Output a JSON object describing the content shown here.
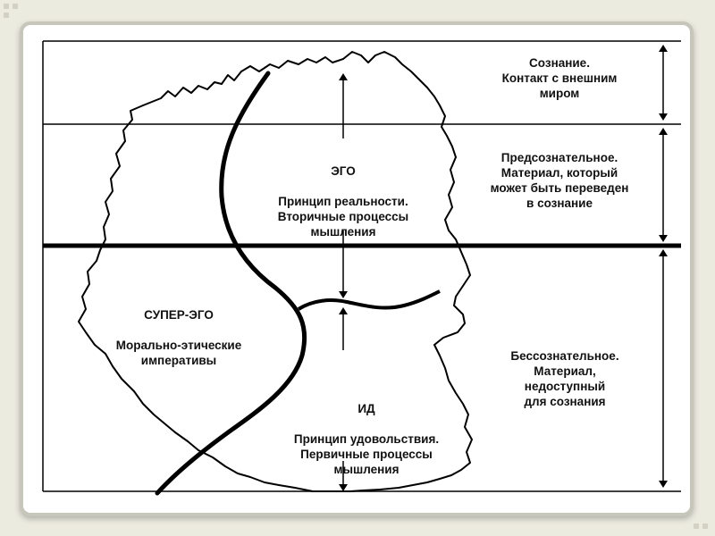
{
  "levels": {
    "conscious": "Сознание.\nКонтакт с внешним\nмиром",
    "preconscious": "Предсознательное.\nМатериал, который\nможет быть переведен\nв сознание",
    "unconscious": "Бессознательное.\nМатериал,\nнедоступный\nдля сознания"
  },
  "structures": {
    "ego": {
      "title": "ЭГО",
      "text": "Принцип реальности.\nВторичные процессы\nмышления"
    },
    "superego": {
      "title": "СУПЕР-ЭГО",
      "text": "Морально-этические\nимперативы"
    },
    "id": {
      "title": "ИД",
      "text": "Принцип удовольствия.\nПервичные процессы\nмышления"
    }
  }
}
